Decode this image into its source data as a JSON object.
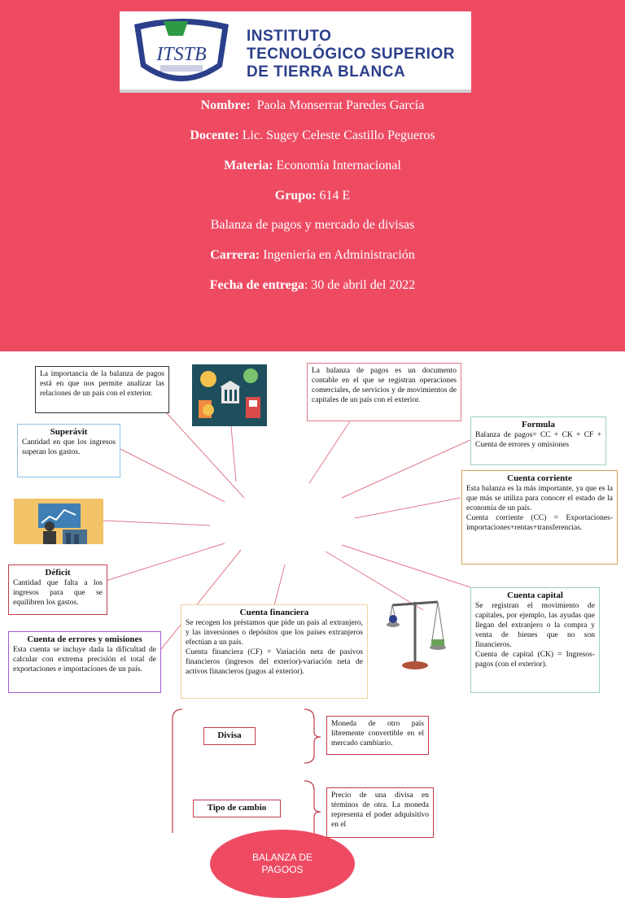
{
  "cover": {
    "institution_line1": "INSTITUTO",
    "institution_line2": "TECNOLÓGICO SUPERIOR",
    "institution_line3": "DE TIERRA BLANCA",
    "logo_mark": "ITSTB",
    "nombre_label": "Nombre:",
    "nombre_value": "Paola Monserrat Paredes García",
    "docente_label": "Docente:",
    "docente_value": "Lic. Sugey Celeste Castillo Pegueros",
    "materia_label": "Materia:",
    "materia_value": "Economía Internacional",
    "grupo_label": "Grupo:",
    "grupo_value": "614 E",
    "tema": "Balanza de pagos y mercado de divisas",
    "carrera_label": "Carrera:",
    "carrera_value": "Ingeniería en Administración",
    "fecha_label": "Fecha de entrega",
    "fecha_value": ": 30 de abril del 2022",
    "background_color": "#ee4b63"
  },
  "map": {
    "center": "BALANZA DE PAGOOS",
    "importancia": "La importancia de la balanza de pagos está en que nos permite analizar las relaciones de un país con el exterior.",
    "definicion": "La balanza de pagos es un documento contable en el que se registran operaciones comerciales, de servicios y de movimientos de capitales de un país con el exterior.",
    "superavit": {
      "title": "Superávit",
      "text": "Cantidad en que los ingresos superan los gastos."
    },
    "formula": {
      "title": "Formula",
      "text": "Balanza de pagos= CC + CK + CF + Cuenta de errores y omisiones"
    },
    "cuenta_corriente": {
      "title": "Cuenta corriente",
      "text": "Esta balanza es la más importante, ya que es la que más se utiliza para conocer el estado de la economía de un país.",
      "text2": "Cuenta corriente (CC) = Exportaciones-importaciones+rentas+transferencias."
    },
    "deficit": {
      "title": "Déficit",
      "text": "Cantidad que falta a los ingresos para que se equilibren los gastos."
    },
    "cuenta_capital": {
      "title": "Cuenta capital",
      "text": "Se registran el movimiento de capitales, por ejemplo, las ayudas que llegan del extranjero o la compra y venta de bienes que no son financieros.",
      "text2": "Cuenta de capital (CK) = Ingresos-pagos (con el exterior)."
    },
    "cuenta_financiera": {
      "title": "Cuenta financiera",
      "text": "Se recogen los préstamos que pide un país al extranjero, y las inversiones o depósitos que los países extranjeros efectúan a un país.",
      "text2": "Cuenta financiera (CF) = Variación neta de pasivos financieros (ingresos del exterior)-variación neta de activos financieros (pagos al exterior)."
    },
    "errores": {
      "title": "Cuenta de errores y omisiones",
      "text": "Esta cuenta se incluye dada la dificultad de calcular con extrema precisión el total de exportaciones e importaciones de un país."
    }
  },
  "lower": {
    "divisa_label": "Divisa",
    "divisa_text": "Moneda de otro país libremente convertible en el mercado cambiario.",
    "tipo_label": "Tipo de cambio",
    "tipo_text": "Precio de una divisa en términos de otra. La moneda representa el poder adquisitivo en el"
  },
  "icons": [
    "shield-logo-icon",
    "finance-collage-icon",
    "stock-chart-person-icon",
    "balance-scale-icon"
  ]
}
